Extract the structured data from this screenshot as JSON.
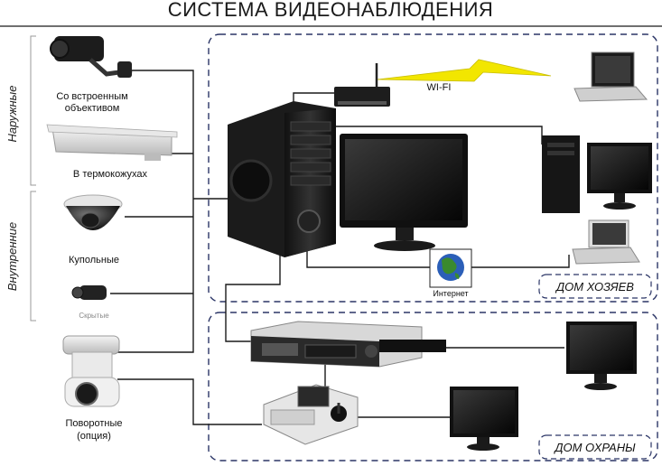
{
  "title": "СИСТЕМА ВИДЕОНАБЛЮДЕНИЯ",
  "groups": {
    "outdoor": "Наружные",
    "indoor": "Внутренние"
  },
  "cameras": {
    "builtin_lens": "Со встроенным объективом",
    "builtin_lens_line1": "Со встроенным",
    "builtin_lens_line2": "объективом",
    "thermo": "В термокожухах",
    "dome": "Купольные",
    "hidden": "Скрытые",
    "ptz_line1": "Поворотные",
    "ptz_line2": "(опция)"
  },
  "network": {
    "wifi": "WI-FI",
    "internet": "Интернет"
  },
  "zones": {
    "owners_house": "ДОМ ХОЗЯЕВ",
    "security_house": "ДОМ ОХРАНЫ"
  },
  "colors": {
    "zone_border": "#2b3566",
    "wifi_bolt": "#f2e600",
    "wire": "#1a1a1a",
    "globe_sea": "#2b5fb8",
    "globe_land": "#3a8a2e"
  }
}
